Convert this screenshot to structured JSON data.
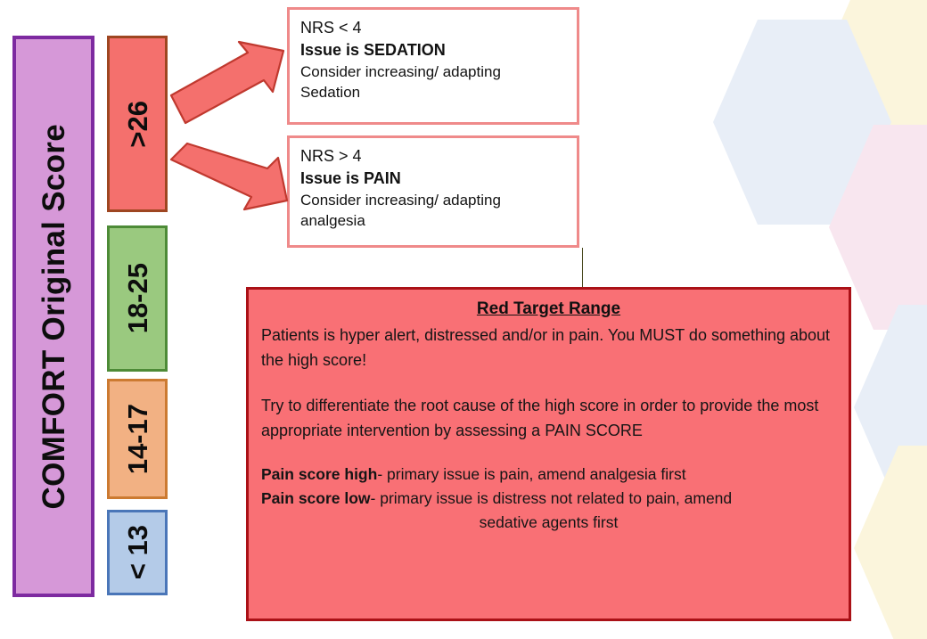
{
  "diagram": {
    "title_bar": {
      "label": "COMFORT Original  Score",
      "fill_color": "#d698d8",
      "border_color": "#7d2aa0"
    },
    "score_bands": [
      {
        "label": ">26",
        "fill_color": "#f4706d",
        "border_color": "#9e4621"
      },
      {
        "label": "18-25",
        "fill_color": "#9ac97f",
        "border_color": "#4d8b37"
      },
      {
        "label": "14-17",
        "fill_color": "#f2b183",
        "border_color": "#cc7a31"
      },
      {
        "label": "< 13",
        "fill_color": "#b4cbe8",
        "border_color": "#4a76b8"
      }
    ],
    "arrows": [
      {
        "name": "arrow-to-sedation",
        "direction": "up-right",
        "fill_color": "#f4706d",
        "stroke_color": "#c0392f"
      },
      {
        "name": "arrow-to-pain",
        "direction": "down-right",
        "fill_color": "#f4706d",
        "stroke_color": "#c0392f"
      }
    ],
    "outcome_boxes": [
      {
        "name": "sedation",
        "nrs": "NRS < 4",
        "issue": "Issue is SEDATION",
        "action_line_1": "Consider increasing/ adapting",
        "action_line_2": "Sedation",
        "border_color": "#ef8a8a"
      },
      {
        "name": "pain",
        "nrs": "NRS > 4",
        "issue": "Issue is PAIN",
        "action_line_1": "Consider increasing/ adapting",
        "action_line_2": "analgesia",
        "border_color": "#ef8a8a"
      }
    ],
    "red_panel": {
      "title": "Red Target Range",
      "paragraph_1": "Patients is hyper alert, distressed and/or in pain. You MUST do something about the high score!",
      "paragraph_2": "Try to differentiate the root cause of the high score in order to provide the most appropriate intervention by assessing a PAIN SCORE",
      "pain_high_label": "Pain score high",
      "pain_high_text": "- primary issue is pain, amend analgesia first",
      "pain_low_label": "Pain score low",
      "pain_low_text": "- primary issue is distress not related to pain, amend",
      "pain_low_text_2": "sedative agents first",
      "fill_color": "#f97075",
      "border_color": "#aa1117"
    },
    "decoration": {
      "hexagons": [
        {
          "name": "hexagon-yellow-top",
          "color": "#fbf5dc"
        },
        {
          "name": "hexagon-blue-top",
          "color": "#e8eef7"
        },
        {
          "name": "hexagon-pink-right",
          "color": "#f8e6ef"
        },
        {
          "name": "hexagon-blue-middle",
          "color": "#e8eef7"
        },
        {
          "name": "hexagon-yellow-bottom",
          "color": "#fbf5dc"
        }
      ]
    }
  }
}
